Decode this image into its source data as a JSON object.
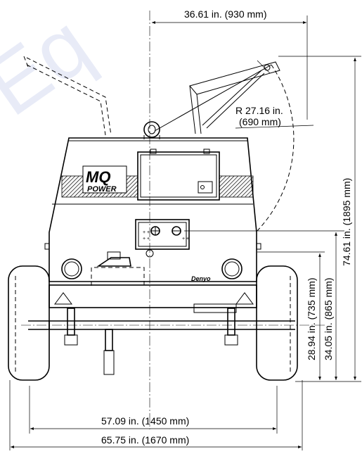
{
  "drawing": {
    "watermark": "Eq",
    "logo": {
      "top": "MQ",
      "bottom": "POWER"
    },
    "brand": "Denyo"
  },
  "dimensions": {
    "top_width": "36.61 in. (930 mm)",
    "radius_line1": "R 27.16 in.",
    "radius_line2": "(690 mm)",
    "overall_height": "74.61 in. (1895 mm)",
    "height_mid": "34.05 in. (865 mm)",
    "height_low": "28.94 in. (735 mm)",
    "track_width": "57.09 in. (1450 mm)",
    "overall_width": "65.75 in. (1670 mm)"
  },
  "colors": {
    "line": "#000000",
    "watermark": "#d6dcf2"
  }
}
